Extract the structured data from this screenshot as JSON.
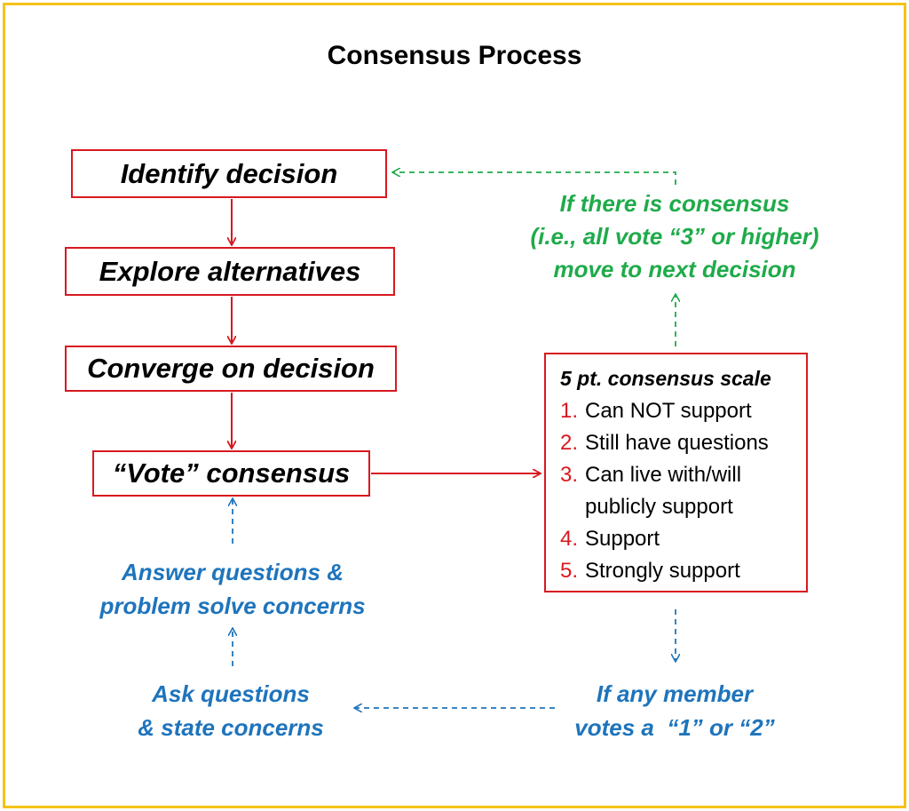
{
  "title": "Consensus Process",
  "steps": [
    "Identify decision",
    "Explore alternatives",
    "Converge on decision",
    "“Vote” consensus"
  ],
  "consensus_note": [
    "If there is consensus",
    "(i.e., all vote “3” or higher)",
    "move to next decision"
  ],
  "scale": {
    "title": "5 pt. consensus scale",
    "items": [
      {
        "num": "1.",
        "label": "Can NOT support"
      },
      {
        "num": "2.",
        "label": "Still have questions"
      },
      {
        "num": "3.",
        "label": "Can live with/will publicly support"
      },
      {
        "num": "4.",
        "label": "Support"
      },
      {
        "num": "5.",
        "label": "Strongly support"
      }
    ]
  },
  "no_consensus_note": [
    "If any member",
    "votes a  “1” or “2”"
  ],
  "ask_note": [
    "Ask questions",
    "& state concerns"
  ],
  "answer_note": [
    "Answer questions &",
    "problem solve concerns"
  ],
  "colors": {
    "red": "#d71920",
    "green": "#1fab4a",
    "blue": "#1e74bc",
    "frame": "#f5c21a"
  }
}
